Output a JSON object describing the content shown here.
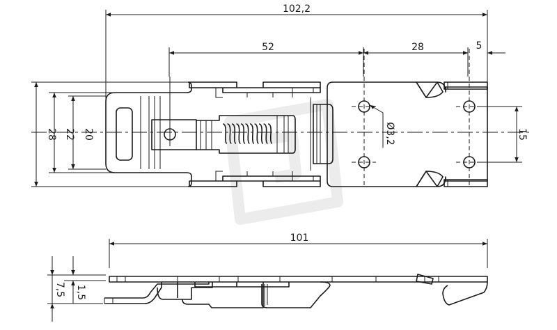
{
  "drawing": {
    "title": "Toggle latch technical drawing",
    "top_view": {
      "overall_length": "102,2",
      "pin_to_hole": "52",
      "hole_to_hole": "28",
      "hole_to_end": "5",
      "overall_height": "28",
      "plate_height": "22",
      "lever_height": "20",
      "hole_diameter": "Ø3,2",
      "hole_spacing": "15"
    },
    "side_view": {
      "length": "101",
      "total_height": "7,5",
      "plate_thickness": "1,5"
    },
    "line_color": "#1a1a1a"
  }
}
